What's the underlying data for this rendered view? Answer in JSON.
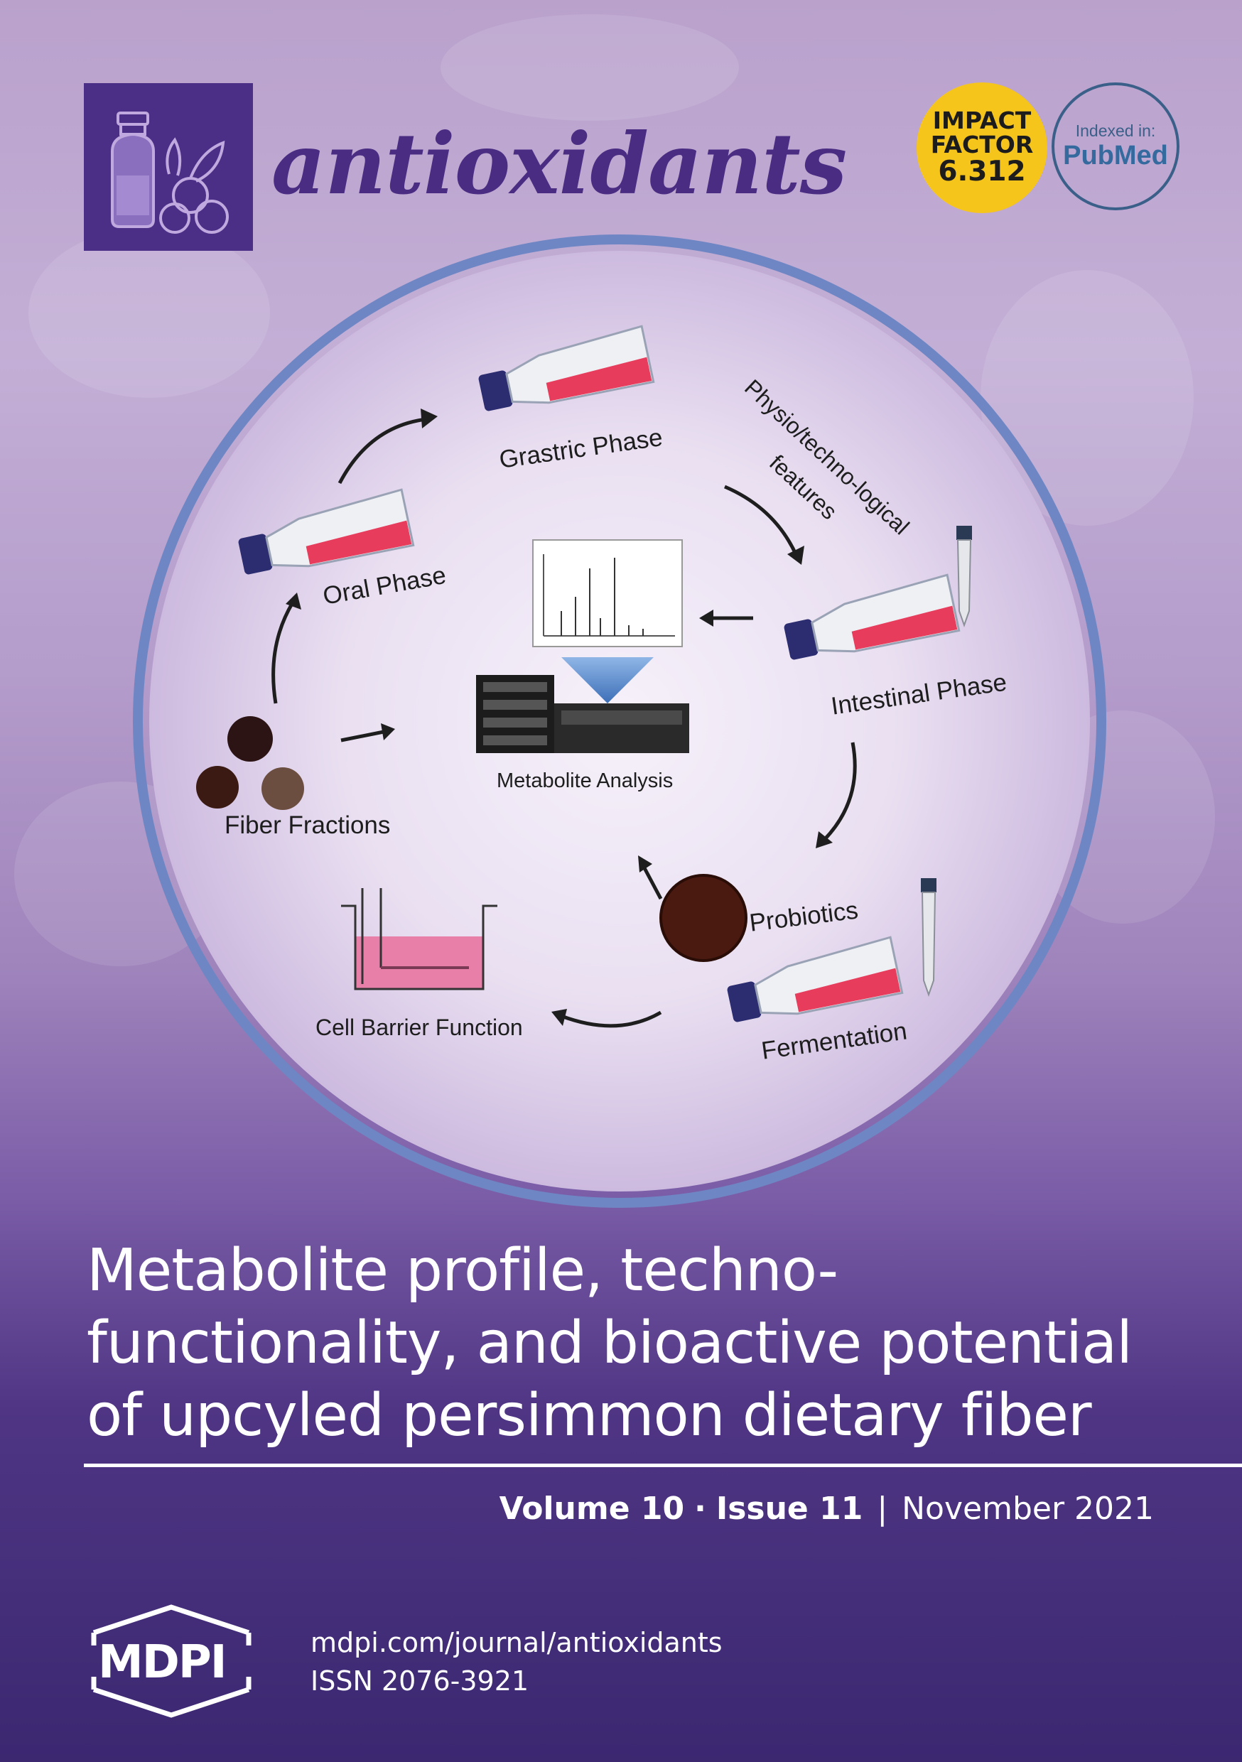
{
  "journal": {
    "title": "antioxidants"
  },
  "badges": {
    "impact_line1": "IMPACT",
    "impact_line2": "FACTOR",
    "impact_value": "6.312",
    "pubmed_line1": "Indexed in:",
    "pubmed_line2": "PubMed"
  },
  "diagram": {
    "oral_phase": "Oral Phase",
    "gastric_phase": "Grastric Phase",
    "physio_line1": "Physio/techno-logical",
    "physio_line2": "features",
    "intestinal_phase": "Intestinal Phase",
    "metabolite_analysis": "Metabolite Analysis",
    "fiber_fractions": "Fiber Fractions",
    "probiotics": "Probiotics",
    "fermentation": "Fermentation",
    "cell_barrier": "Cell Barrier Function"
  },
  "headline": {
    "line1": "Metabolite profile, techno-",
    "line2": "functionality, and bioactive potential",
    "line3": "of upcyled persimmon dietary fiber"
  },
  "issue": {
    "volume": "Volume 10",
    "dot": "·",
    "issue": "Issue 11",
    "separator": "|",
    "date": "November 2021"
  },
  "publisher": {
    "logo_text": "MDPI",
    "url": "mdpi.com/journal/antioxidants",
    "issn": "ISSN 2076-3921"
  },
  "colors": {
    "brand": "#4b2f86",
    "badge_yellow": "#f6c51c",
    "pubmed_blue": "#356a9f"
  }
}
